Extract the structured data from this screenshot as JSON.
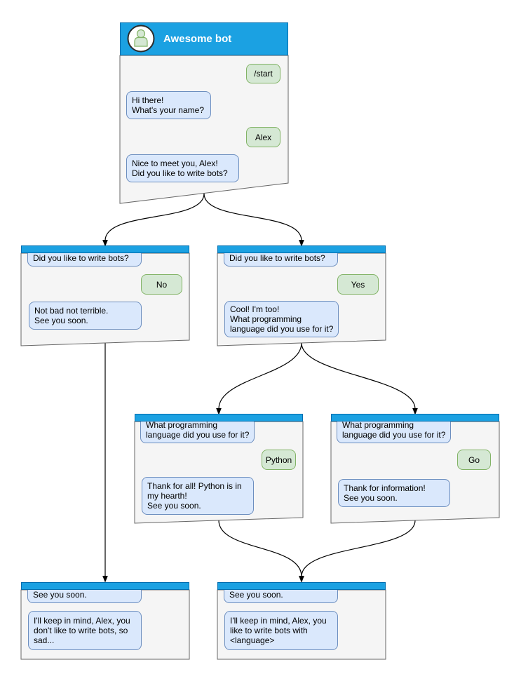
{
  "colors": {
    "titlebar_fill": "#1ba1e2",
    "titlebar_border": "#006eaf",
    "window_fill": "#f5f5f5",
    "window_border": "#666666",
    "bot_bubble_fill": "#dae8fc",
    "bot_bubble_border": "#6c8ebf",
    "user_bubble_fill": "#d5e8d4",
    "user_bubble_border": "#82b366",
    "edge_color": "#000000",
    "title_text": "#ffffff"
  },
  "windows": {
    "root": {
      "title": "Awesome bot",
      "user_start": "/start",
      "bot_greeting": "Hi there!\nWhat's your name?",
      "user_name": "Alex",
      "bot_question": "Nice to meet you, Alex!\nDid you like to write bots?"
    },
    "branch_no": {
      "context": "Did you like to write bots?",
      "user_answer": "No",
      "bot_reply": "Not bad not terrible.\nSee you soon."
    },
    "branch_yes": {
      "context": "Did you like to write bots?",
      "user_answer": "Yes",
      "bot_reply": "Cool! I'm too!\nWhat programming\nlanguage did you use for it?"
    },
    "branch_python": {
      "context": "What programming\nlanguage did you use for it?",
      "user_answer": "Python",
      "bot_reply": "Thank for all! Python is in\nmy hearth!\nSee you soon."
    },
    "branch_go": {
      "context": "What programming\nlanguage did you use for it?",
      "user_answer": "Go",
      "bot_reply": "Thank for information!\nSee you soon."
    },
    "end_no": {
      "context": "See you soon.",
      "bot_reply": "I'll keep in mind, Alex, you\ndon't like to write bots, so\nsad..."
    },
    "end_yes": {
      "context": "See you soon.",
      "bot_reply": "I'll keep in mind, Alex, you\nlike to write bots with\n<language>"
    }
  }
}
